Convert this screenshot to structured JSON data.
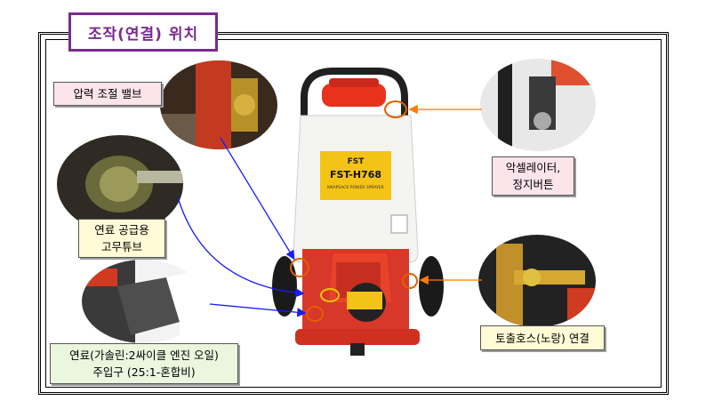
{
  "title": "조작(연결) 위치",
  "callouts": {
    "pressure_valve": "압력 조절 밸브",
    "fuel_tube": [
      "연료 공급용",
      "고무튜브"
    ],
    "fuel_inlet": [
      "연료(가솔린:2싸이클 엔진 오일)",
      "주입구 (25:1-혼합비)"
    ],
    "accelerator": [
      "악셀레이터,",
      "정지버튼"
    ],
    "discharge": "토출호스(노랑) 연결"
  },
  "product": {
    "brand": "FST",
    "model": "FST-H768",
    "subtitle": "KNAPSACK POWER SPRAYER"
  },
  "colors": {
    "title_border": "#7a2b8e",
    "arrow_blue": "#1a1aff",
    "arrow_orange": "#ff7a00",
    "accent_red": "#e8321c"
  }
}
